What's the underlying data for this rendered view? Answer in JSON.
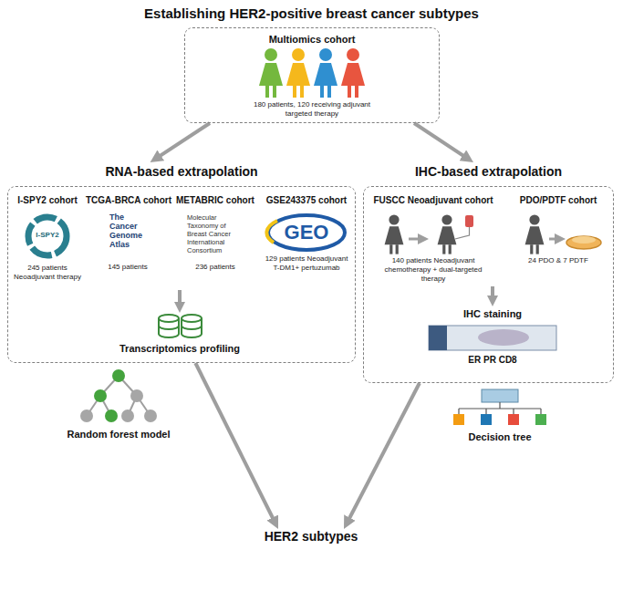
{
  "diagram": {
    "title": "Establishing HER2-positive breast cancer subtypes",
    "nodes": [
      {
        "text": [
          "Multiomics cohort",
          "180 patients, 120 receiving adjuvant targeted therapy"
        ]
      },
      {
        "text": [
          "RNA-based extrapolation"
        ]
      },
      {
        "text": [
          "I-SPY2 cohort",
          "I-SPY2",
          "245 patients Neoadjuvant therapy"
        ],
        "in": 1
      },
      {
        "text": [
          "TCGA-BRCA cohort",
          "The Cancer Genome Atlas",
          "145 patients"
        ],
        "in": 1
      },
      {
        "text": [
          "METABRIC cohort",
          "Molecular Taxonomy of Breast Cancer International Consortium",
          "236 patients"
        ],
        "in": 1
      },
      {
        "text": [
          "GSE243375 cohort",
          "GEO",
          "129 patients Neoadjuvant T-DM1+ pertuzumab"
        ],
        "in": 1
      },
      {
        "text": [
          "IHC-based extrapolation"
        ]
      },
      {
        "text": [
          "FUSCC Neoadjuvant cohort",
          "140 patients Neoadjuvant chemotherapy + dual-targeted therapy"
        ],
        "in": 6
      },
      {
        "text": [
          "PDO/PDTF cohort",
          "24 PDO & 7 PDTF"
        ],
        "in": 6
      },
      {
        "text": [
          "HER2 subtypes"
        ]
      }
    ],
    "edges": [
      {
        "from": 0,
        "to": 1,
        "arrow": "to"
      },
      {
        "from": 0,
        "to": 6,
        "arrow": "to"
      },
      {
        "from": 1,
        "to": 9,
        "arrow": "to"
      },
      {
        "from": 6,
        "to": 9,
        "arrow": "to"
      }
    ],
    "labels": [
      "Transcriptomics profiling",
      "Random forest model",
      "IHC staining",
      "ER PR CD8",
      "Decision tree"
    ]
  }
}
